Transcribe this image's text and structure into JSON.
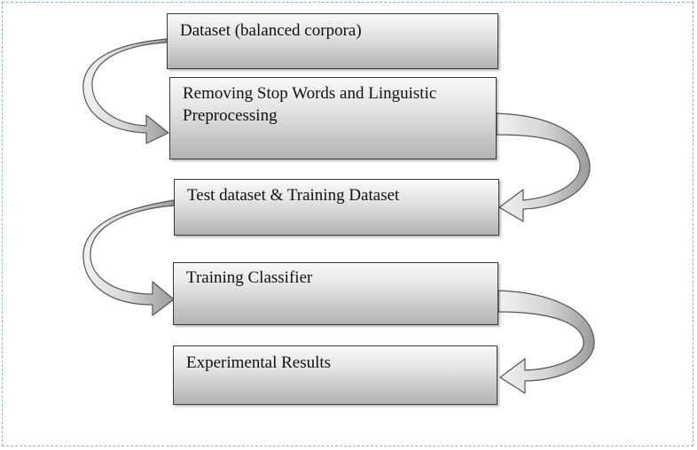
{
  "diagram": {
    "steps": [
      {
        "label": "Dataset (balanced corpora)"
      },
      {
        "label": "Removing Stop Words and Linguistic Preprocessing"
      },
      {
        "label": "Test dataset & Training  Dataset"
      },
      {
        "label": "Training  Classifier"
      },
      {
        "label": "Experimental Results"
      }
    ]
  },
  "colors": {
    "box_border": "#3a3a3a",
    "box_fill_light": "#f9f9f9",
    "box_fill_dark": "#b3b3b3",
    "arrow_fill": "#d0d0d0",
    "frame_border": "#7fb7d6"
  }
}
